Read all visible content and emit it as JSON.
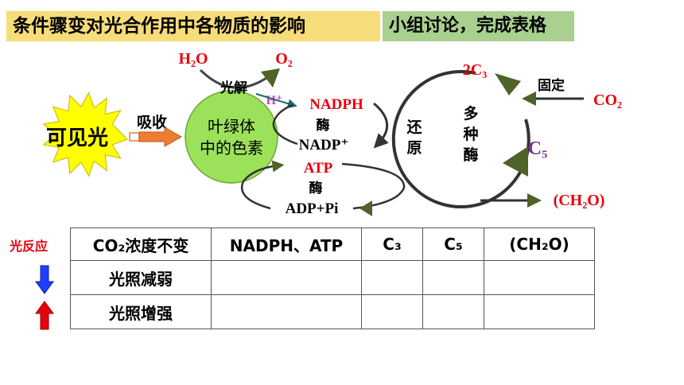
{
  "header": {
    "title": "条件骤变对光合作用中各物质的影响",
    "subtitle": "小组讨论，完成表格"
  },
  "diagram": {
    "sun_label": "可见光",
    "absorb_label": "吸收",
    "pigment_line1": "叶绿体",
    "pigment_line2": "中的色素",
    "h2o": "H₂O",
    "o2": "O₂",
    "photolysis": "光解",
    "h_plus": "H⁺",
    "nadph": "NADPH",
    "enzyme_1": "酶",
    "nadp_plus": "NADP⁺",
    "atp": "ATP",
    "enzyme_2": "酶",
    "adp_pi": "ADP+Pi",
    "reduction_1": "还",
    "reduction_2": "原",
    "multi_enzyme_1": "多",
    "multi_enzyme_2": "种",
    "multi_enzyme_3": "酶",
    "two_c3": "2C₃",
    "fixation": "固定",
    "co2": "CO₂",
    "c5": "C₅",
    "ch2o": "(CH₂O)",
    "colors": {
      "red": "#e8000b",
      "purple": "#7030a0",
      "h_plus_pink": "#d040c0",
      "sun": "#ffff00",
      "pigment_circle": "#9be25a",
      "arrow_orange": "#ed7d31",
      "arrow_green": "#4f6228",
      "banner_yellow": "#f7dc7a",
      "banner_green": "#a9d08e"
    }
  },
  "table": {
    "side_label": "光反应",
    "header": [
      "CO₂浓度不变",
      "NADPH、ATP",
      "C₃",
      "C₅",
      "(CH₂O)"
    ],
    "rows": [
      {
        "label": "光照减弱",
        "cells": [
          "",
          "",
          "",
          ""
        ]
      },
      {
        "label": "光照增强",
        "cells": [
          "",
          "",
          "",
          ""
        ]
      }
    ]
  }
}
